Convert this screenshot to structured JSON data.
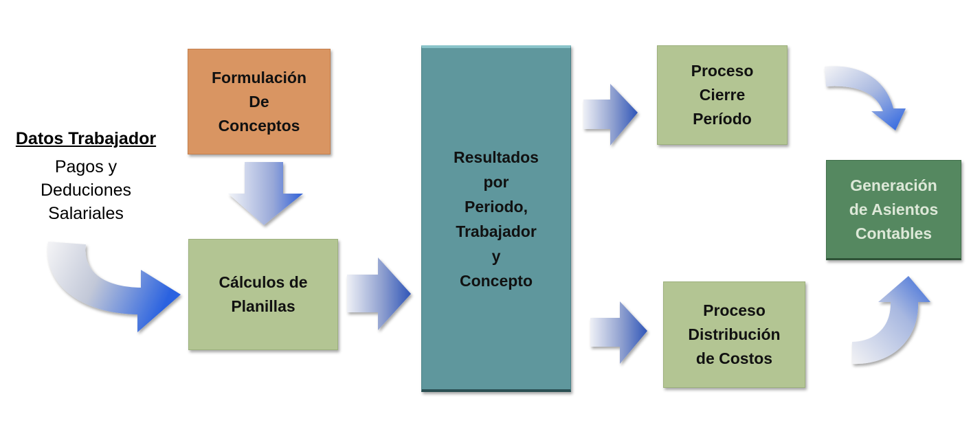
{
  "datos": {
    "title": "Datos Trabajador",
    "body": "Pagos y\nDeduciones\nSalariales"
  },
  "boxes": {
    "formulacion": "Formulación\nDe\nConceptos",
    "calculos": "Cálculos de\nPlanillas",
    "resultados": "Resultados\npor\nPeriodo,\nTrabajador\ny\nConcepto",
    "cierre": "Proceso\nCierre\nPeríodo",
    "distribucion": "Proceso\nDistribución\nde Costos",
    "generacion": "Generación\nde Asientos\nContables"
  },
  "colors": {
    "process_box": "#b3c593",
    "concept_box": "#d99562",
    "results_box": "#5f979d",
    "output_box": "#558860",
    "arrow_light": "#ffffff",
    "arrow_dark": "#2f64d6"
  }
}
